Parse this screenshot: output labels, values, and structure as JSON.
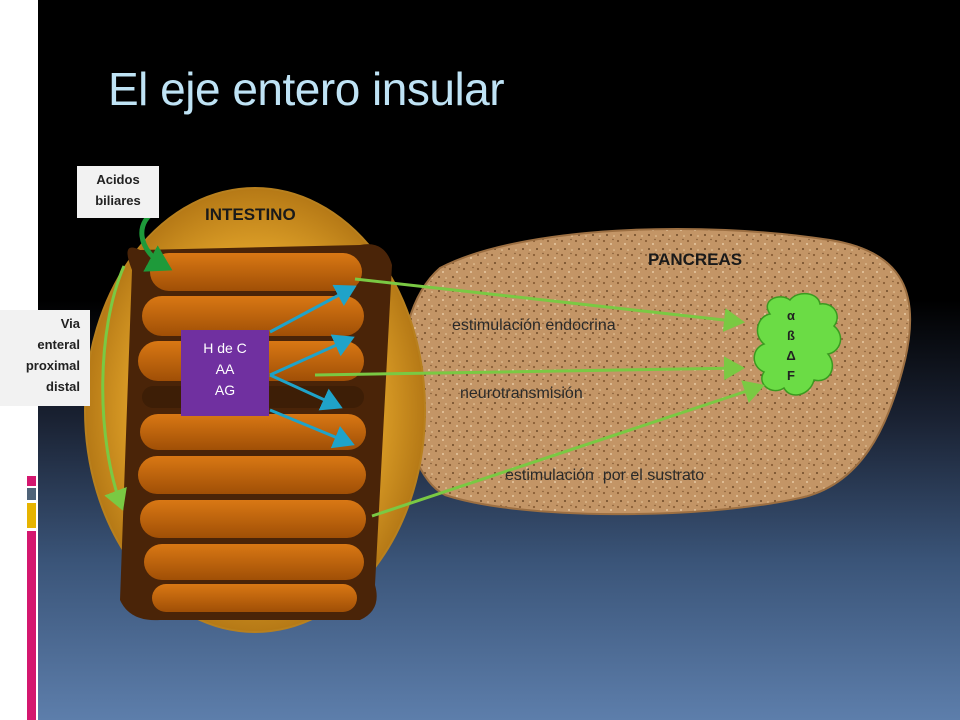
{
  "slide": {
    "title": "El eje entero insular"
  },
  "organs": {
    "intestine": "INTESTINO",
    "pancreas": "PANCREAS"
  },
  "callouts": {
    "bile_acids": [
      "Acidos",
      "biliares"
    ],
    "enteral_route": [
      "Via",
      "enteral",
      "proximal",
      "distal"
    ]
  },
  "hormones": [
    "H de C",
    "AA",
    "AG"
  ],
  "islet_cells": [
    "α",
    "ß",
    "Δ",
    "F"
  ],
  "pathways": {
    "endocrine": "estimulación endocrina",
    "neuro": "neurotransmisión",
    "substrate": "estimulación  por el sustrato"
  },
  "colors": {
    "title": "#bfe3f5",
    "intestine_outer": "#e3a82a",
    "intestine_inner": "#a85508",
    "pancreas": "#c79a6b",
    "hormone_box": "#7030a0",
    "islet": "#66dd44",
    "green_arrow": "#7ac943",
    "blue_arrow": "#1fa3c9",
    "accent_magenta": "#d4176f"
  }
}
